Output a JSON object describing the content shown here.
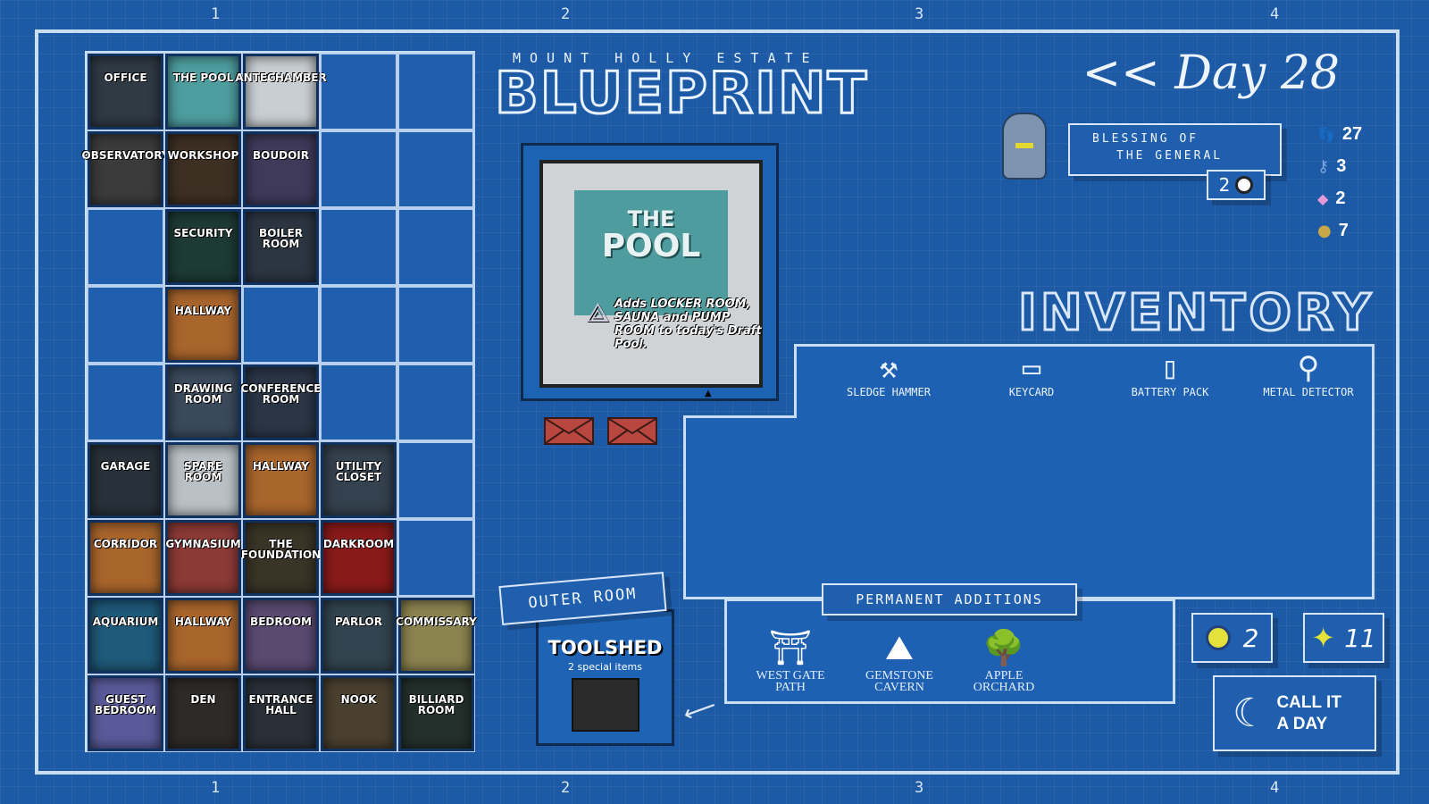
{
  "column_numbers": [
    "1",
    "2",
    "3",
    "4"
  ],
  "header": {
    "subtitle": "MOUNT HOLLY ESTATE",
    "title": "BLUEPRINT"
  },
  "day": {
    "label": "<< Day 28"
  },
  "blessing": {
    "text_line1": "BLESSING OF",
    "text_line2": "THE GENERAL",
    "count": "2",
    "icon": "clock-icon"
  },
  "stats": [
    {
      "icon": "footsteps-icon",
      "value": "27"
    },
    {
      "icon": "key-icon",
      "value": "3"
    },
    {
      "icon": "gem-icon",
      "value": "2"
    },
    {
      "icon": "coins-icon",
      "value": "7"
    }
  ],
  "selected_room": {
    "name_line1": "THE",
    "name_line2": "POOL",
    "description": "Adds LOCKER ROOM, SAUNA and PUMP ROOM to today's Draft Pool."
  },
  "envelopes": [
    "envelope-icon",
    "envelope-icon"
  ],
  "inventory": {
    "title": "INVENTORY",
    "items": [
      {
        "label": "SLEDGE HAMMER",
        "icon": "hammer-icon"
      },
      {
        "label": "KEYCARD",
        "icon": "keycard-icon"
      },
      {
        "label": "BATTERY PACK",
        "icon": "battery-icon"
      },
      {
        "label": "METAL DETECTOR",
        "icon": "metal-detector-icon"
      }
    ]
  },
  "outer_room": {
    "label": "OUTER ROOM",
    "name": "TOOLSHED",
    "detail": "2 special items"
  },
  "permanent_additions": {
    "label": "PERMANENT ADDITIONS",
    "items": [
      {
        "label": "WEST GATE PATH"
      },
      {
        "label": "GEMSTONE CAVERN"
      },
      {
        "label": "APPLE ORCHARD"
      }
    ]
  },
  "counters": [
    {
      "icon": "compass-badge-icon",
      "value": "2",
      "color": "#e2e23a"
    },
    {
      "icon": "star-icon",
      "value": "11",
      "color": "#e2e23a"
    }
  ],
  "call_it_a_day": {
    "line1": "CALL IT",
    "line2": "A DAY"
  },
  "rooms": [
    [
      {
        "name": "OFFICE",
        "color": "#2f3a44"
      },
      {
        "name": "THE POOL",
        "color": "#4e9ea0"
      },
      {
        "name": "ANTECHAMBER",
        "color": "#c9ced2"
      },
      null,
      null
    ],
    [
      {
        "name": "OBSERVATORY",
        "color": "#3b3b3b"
      },
      {
        "name": "WORKSHOP",
        "color": "#3d2f22"
      },
      {
        "name": "BOUDOIR",
        "color": "#3f3a5a"
      },
      null,
      null
    ],
    [
      null,
      {
        "name": "SECURITY",
        "color": "#1d3a34"
      },
      {
        "name": "BOILER ROOM",
        "color": "#2c3642"
      },
      null,
      null
    ],
    [
      null,
      {
        "name": "HALLWAY",
        "color": "#a8652c"
      },
      null,
      null,
      null
    ],
    [
      null,
      {
        "name": "DRAWING ROOM",
        "color": "#3a4a5c"
      },
      {
        "name": "CONFERENCE ROOM",
        "color": "#2a3546"
      },
      null,
      null
    ],
    [
      {
        "name": "GARAGE",
        "color": "#28313a"
      },
      {
        "name": "SPARE ROOM",
        "color": "#b9c0c6"
      },
      {
        "name": "HALLWAY",
        "color": "#a8652c"
      },
      {
        "name": "UTILITY CLOSET",
        "color": "#34414e"
      },
      null
    ],
    [
      {
        "name": "CORRIDOR",
        "color": "#a8652c"
      },
      {
        "name": "GYMNASIUM",
        "color": "#8c3a36"
      },
      {
        "name": "THE FOUNDATION",
        "color": "#3a3426"
      },
      {
        "name": "DARKROOM",
        "color": "#8a1a1a"
      },
      null
    ],
    [
      {
        "name": "AQUARIUM",
        "color": "#1f5a7a"
      },
      {
        "name": "HALLWAY",
        "color": "#a8652c"
      },
      {
        "name": "BEDROOM",
        "color": "#5a4a72"
      },
      {
        "name": "PARLOR",
        "color": "#32444f"
      },
      {
        "name": "COMMISSARY",
        "color": "#8c8450"
      }
    ],
    [
      {
        "name": "GUEST BEDROOM",
        "color": "#5a5a9a"
      },
      {
        "name": "DEN",
        "color": "#2e2a28"
      },
      {
        "name": "ENTRANCE HALL",
        "color": "#2a3038"
      },
      {
        "name": "NOOK",
        "color": "#4a4030"
      },
      {
        "name": "BILLIARD ROOM",
        "color": "#24302c"
      }
    ]
  ]
}
